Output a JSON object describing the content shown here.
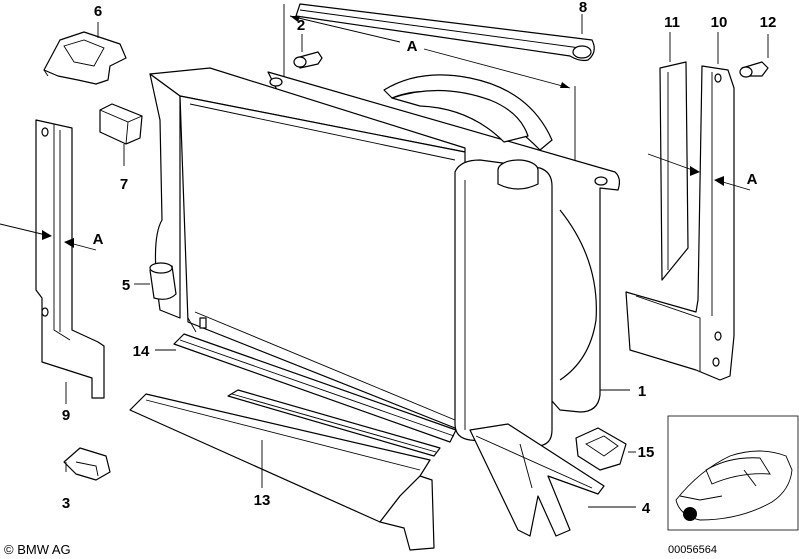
{
  "callouts": {
    "p1": "1",
    "p2": "2",
    "p3": "3",
    "p4": "4",
    "p5": "5",
    "p6": "6",
    "p7": "7",
    "p8": "8",
    "p9": "9",
    "p10": "10",
    "p11": "11",
    "p12": "12",
    "p13": "13",
    "p14": "14",
    "p15": "15"
  },
  "section_marks": {
    "top": "A",
    "right": "A",
    "left": "A"
  },
  "footer": {
    "copyright": "© BMW AG",
    "image_number": "00056564"
  }
}
